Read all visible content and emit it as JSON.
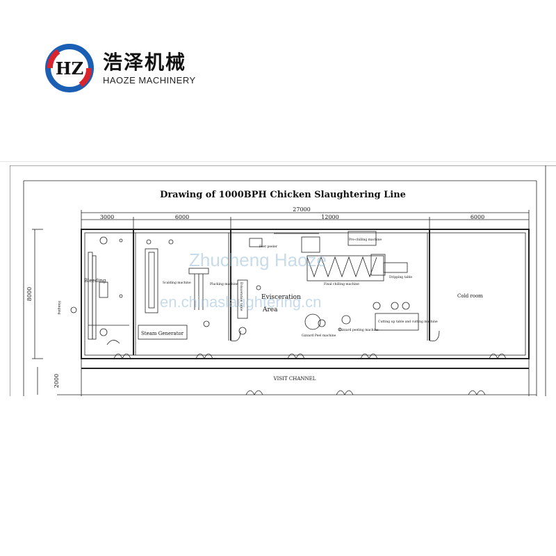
{
  "logo": {
    "cn_name": "浩泽机械",
    "en_name": "HAOZE MACHINERY",
    "mark_text": "HZ",
    "colors": {
      "ring": "#1a5fb4",
      "accent": "#d9232d"
    }
  },
  "drawing": {
    "title": "Drawing of 1000BPH Chicken Slaughtering Line",
    "dimensions": {
      "total": "27000",
      "seg1": "3000",
      "seg2": "6000",
      "seg3": "12000",
      "seg4": "6000",
      "height": "8000",
      "channel_height": "2000"
    },
    "areas": {
      "bleeding": "Bleeding",
      "steam_generator": "Steam Generator",
      "evisceration": "Evisceration",
      "area": "Area",
      "cold_room": "Cold room",
      "visit_channel": "VISIT CHANNEL"
    },
    "small_labels": {
      "feed": "Hanging",
      "scalding": "Scalding machine",
      "plucking": "Plucking machine",
      "evis_table": "Evisceration table",
      "foot_peeler": "Feet peeler",
      "pre_chilling": "Pre-chilling machine",
      "pre_chiller": "Pre-chilling machine",
      "final_chiller": "Final chilling machine",
      "dripping": "Dripping table",
      "gizzard": "Gizzard Peel machine",
      "gizzard_peel": "Gizzard peeling machine",
      "cutting": "Cutting up table and cutting machine"
    },
    "watermark": {
      "line1": "Zhucheng Haoze",
      "line2": "en.chinaslaughtering.cn"
    }
  }
}
